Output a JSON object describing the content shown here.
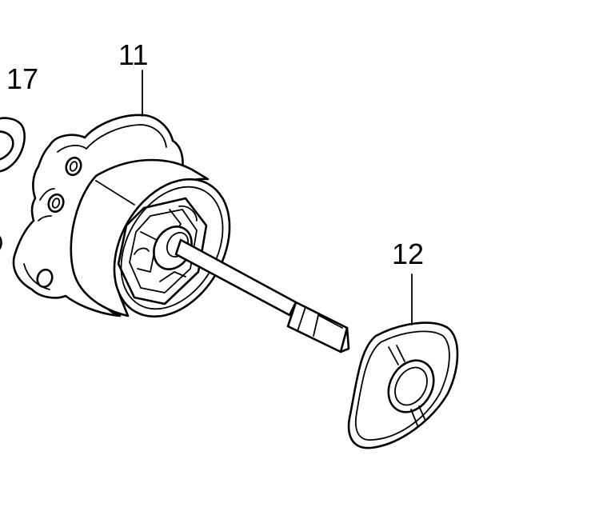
{
  "callouts": [
    {
      "id": "17",
      "label": "17"
    },
    {
      "id": "11",
      "label": "11"
    },
    {
      "id": "12",
      "label": "12"
    }
  ],
  "colors": {
    "line": "#000000",
    "background": "#ffffff"
  }
}
